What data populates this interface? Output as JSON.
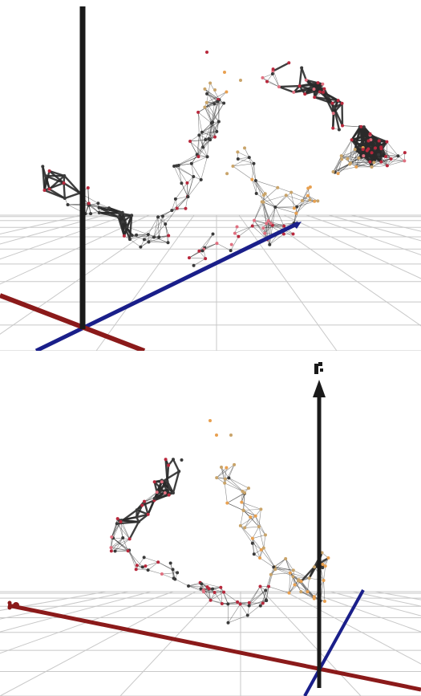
{
  "scene": {
    "colors": {
      "background": "#ffffff",
      "grid": "#c8c8c8",
      "axis_x": "#8b1a1a",
      "axis_y": "#1a1a1a",
      "axis_z": "#1a1f8a",
      "edge": "#2a2a2a",
      "node_dark": "#3a3a3a",
      "node_red": "#b8283c",
      "node_pink": "#e07080",
      "node_tan": "#c9a46a",
      "node_orange": "#e8a050"
    },
    "panels": [
      {
        "name": "view-front",
        "axes": [
          "x-axis",
          "y-axis",
          "z-axis"
        ]
      },
      {
        "name": "view-rotated",
        "axes": [
          "x-axis",
          "y-axis",
          "z-axis"
        ],
        "marker_icon": "camera-marker-icon"
      }
    ]
  }
}
